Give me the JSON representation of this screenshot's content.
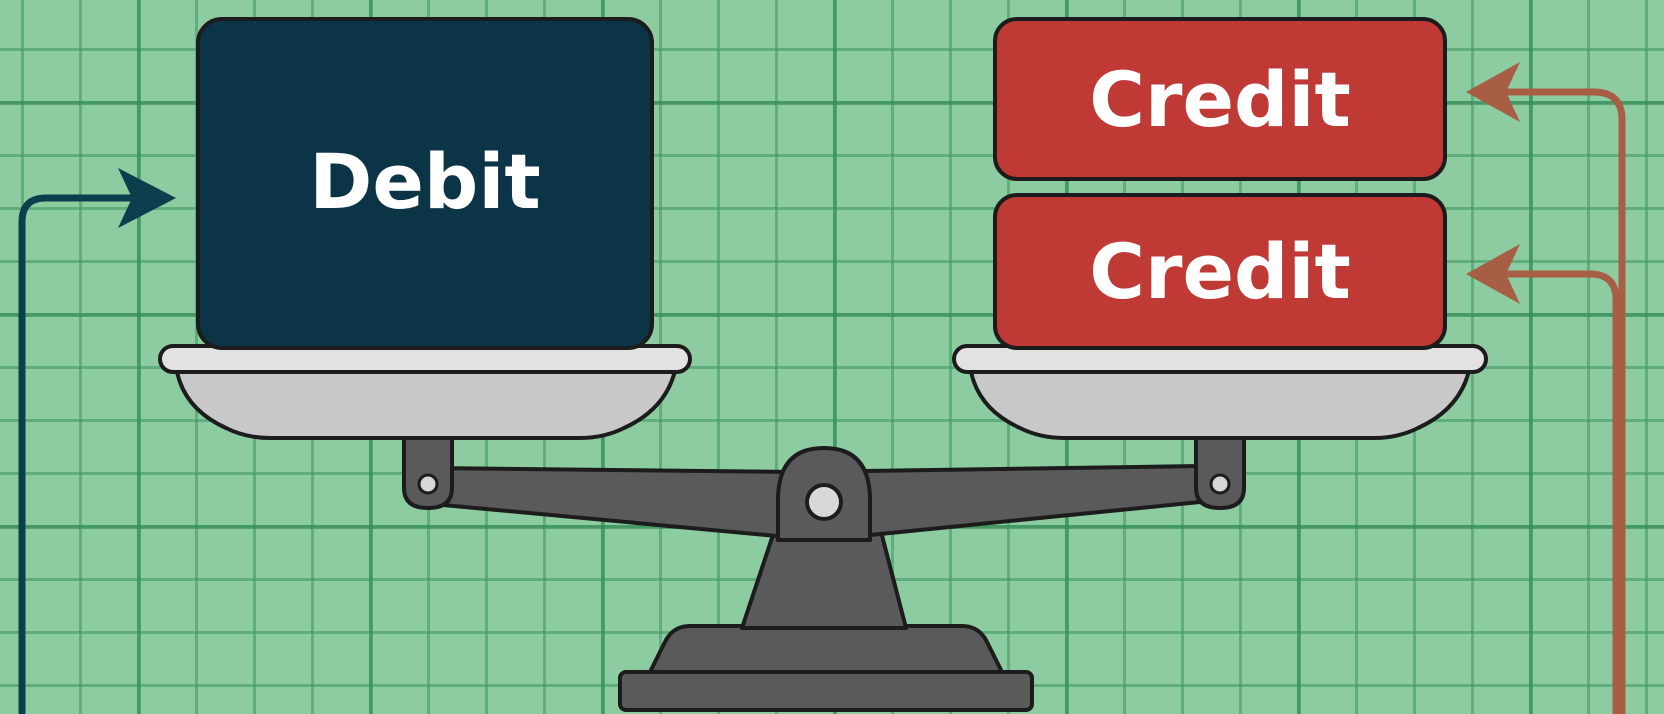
{
  "debit_label": "Debit",
  "credit_labels": [
    "Credit",
    "Credit"
  ],
  "colors": {
    "background": "#8ccca0",
    "debit": "#0b3446",
    "credit": "#bf3a35",
    "debit_arrow": "#0b3f4d",
    "credit_arrow": "#a85e44",
    "scale": "#5a5a5a",
    "pan": "#d4d4d4"
  },
  "icons": [
    "balance-scale-icon",
    "arrow-right-icon",
    "arrow-left-icon"
  ]
}
